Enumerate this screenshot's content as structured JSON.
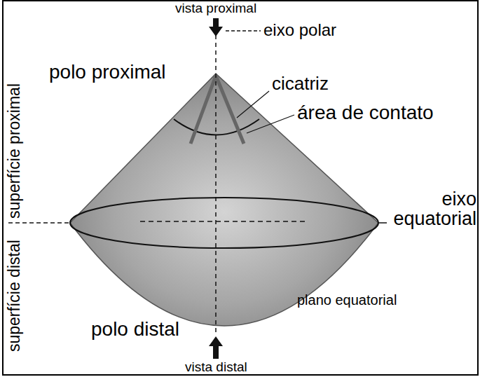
{
  "diagram": {
    "labels": [
      "vista proximal",
      "eixo polar",
      "polo proximal",
      "cicatriz",
      "área de contato",
      "superfície proximal",
      "superfície distal",
      "eixo equatorial",
      "plano equatorial",
      "polo distal",
      "vista distal"
    ]
  }
}
